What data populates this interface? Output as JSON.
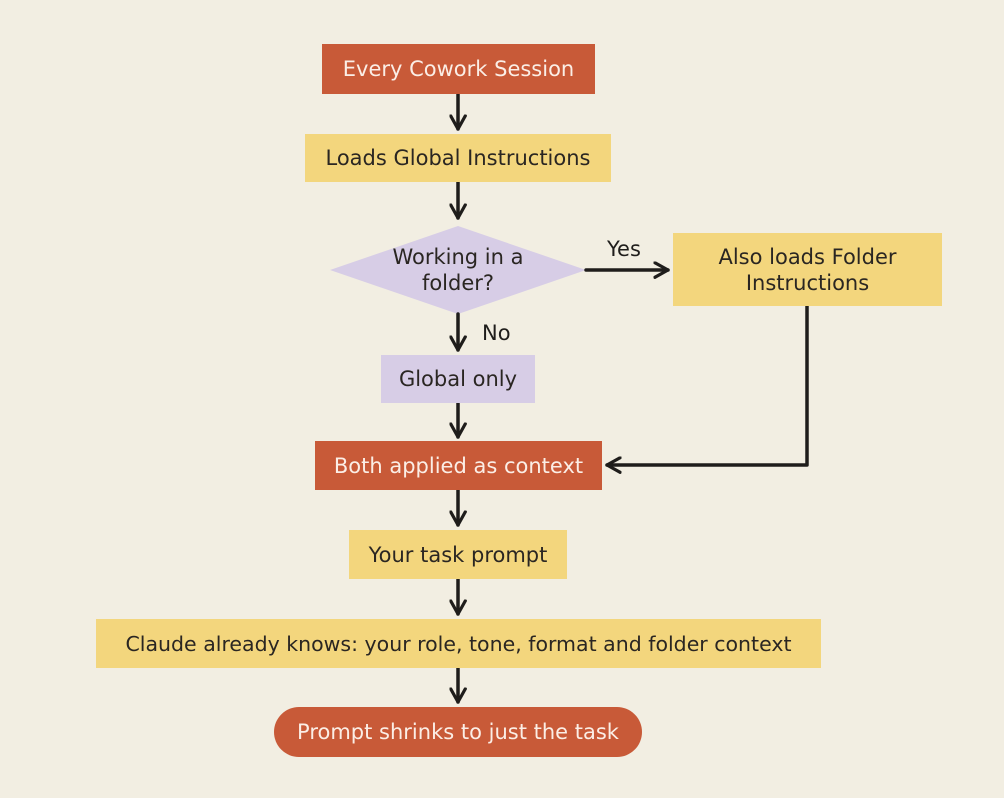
{
  "colors": {
    "background": "#f2eee2",
    "terminal": "#c85a38",
    "process": "#f3d67d",
    "decision": "#d7cde6",
    "arrow": "#1f1d1b"
  },
  "nodes": {
    "start": "Every Cowork Session",
    "load_global": "Loads Global Instructions",
    "decision": "Working in a\nfolder?",
    "folder": "Also loads Folder\nInstructions",
    "global_only": "Global only",
    "both": "Both applied as context",
    "task": "Your task prompt",
    "knows": "Claude already knows: your role, tone, format and folder context",
    "end": "Prompt shrinks to just the task"
  },
  "edges": {
    "yes": "Yes",
    "no": "No"
  }
}
